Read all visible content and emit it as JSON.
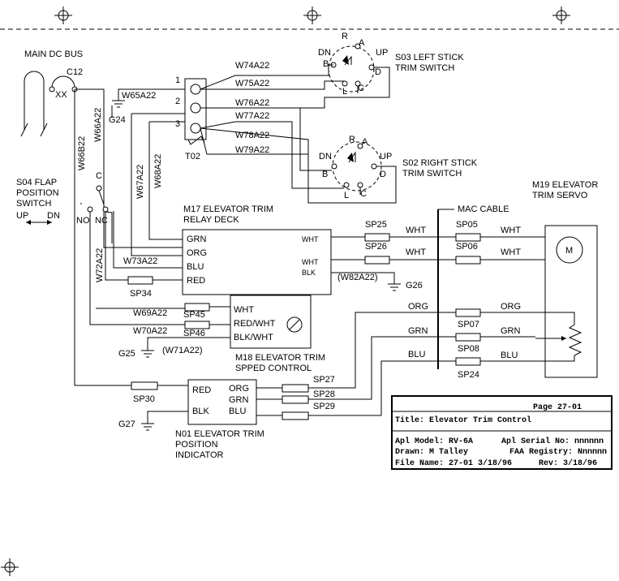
{
  "components": {
    "main_bus": "MAIN DC BUS",
    "c12": "C12",
    "xx": "XX",
    "s03": [
      "S03 LEFT STICK",
      "TRIM SWITCH"
    ],
    "s02": [
      "S02 RIGHT STICK",
      "TRIM SWITCH"
    ],
    "s04": [
      "S04 FLAP",
      "POSITION",
      "SWITCH"
    ],
    "s04_up": "UP",
    "s04_dn": "DN",
    "m17": [
      "M17 ELEVATOR TRIM",
      "RELAY DECK"
    ],
    "m18": [
      "M18 ELEVATOR TRIM",
      "SPPED CONTROL"
    ],
    "m19": [
      "M19 ELEVATOR",
      "TRIM SERVO"
    ],
    "n01": [
      "N01 ELEVATOR TRIM",
      "POSITION",
      "INDICATOR"
    ],
    "mac_cable": "MAC CABLE",
    "t02": "T02",
    "motor": "M"
  },
  "sw_labels": {
    "r": "R",
    "a": "A",
    "dn": "DN",
    "up": "UP",
    "b": "B",
    "d": "D",
    "l": "L",
    "c": "C"
  },
  "flap_sw": {
    "c": "C",
    "no": "NO",
    "nc": "NC"
  },
  "terminals": [
    "1",
    "2",
    "3"
  ],
  "grounds": [
    "G24",
    "G25",
    "G26",
    "G27"
  ],
  "wires": {
    "w74": "W74A22",
    "w75": "W75A22",
    "w76": "W76A22",
    "w77": "W77A22",
    "w78": "W78A22",
    "w79": "W79A22",
    "w65": "W65A22",
    "w66a": "W66A22",
    "w66b": "W66B22",
    "w67": "W67A22",
    "w68": "W68A22",
    "w72": "W72A22",
    "w73": "W73A22",
    "w69": "W69A22",
    "w70": "W70A22",
    "w71": "(W71A22)",
    "w82": "(W82A22)"
  },
  "splices": {
    "sp25": "SP25",
    "sp26": "SP26",
    "sp05": "SP05",
    "sp06": "SP06",
    "sp07": "SP07",
    "sp08": "SP08",
    "sp24": "SP24",
    "sp34": "SP34",
    "sp45": "SP45",
    "sp46": "SP46",
    "sp30": "SP30",
    "sp27": "SP27",
    "sp28": "SP28",
    "sp29": "SP29"
  },
  "pins": {
    "m17": [
      "GRN",
      "ORG",
      "BLU",
      "RED"
    ],
    "m17_right": [
      "WHT",
      "WHT",
      "BLK"
    ],
    "m18": [
      "WHT",
      "RED/WHT",
      "BLK/WHT"
    ],
    "n01_left": [
      "RED",
      "BLK"
    ],
    "n01_right": [
      "ORG",
      "GRN",
      "BLU"
    ]
  },
  "wire_colors": {
    "wht1": "WHT",
    "wht2": "WHT",
    "wht3": "WHT",
    "wht4": "WHT",
    "org1": "ORG",
    "org2": "ORG",
    "grn1": "GRN",
    "grn2": "GRN",
    "blu1": "BLU",
    "blu2": "BLU"
  },
  "title_block": {
    "page": "Page 27-01",
    "title": "Title: Elevator Trim Control",
    "model": "Apl Model: RV-6A",
    "serial": "Apl Serial No: nnnnnn",
    "drawn": "Drawn: M Talley",
    "faa": "FAA Registry: Nnnnnn",
    "file": "File Name: 27-01 3/18/96",
    "rev": "Rev: 3/18/96"
  }
}
